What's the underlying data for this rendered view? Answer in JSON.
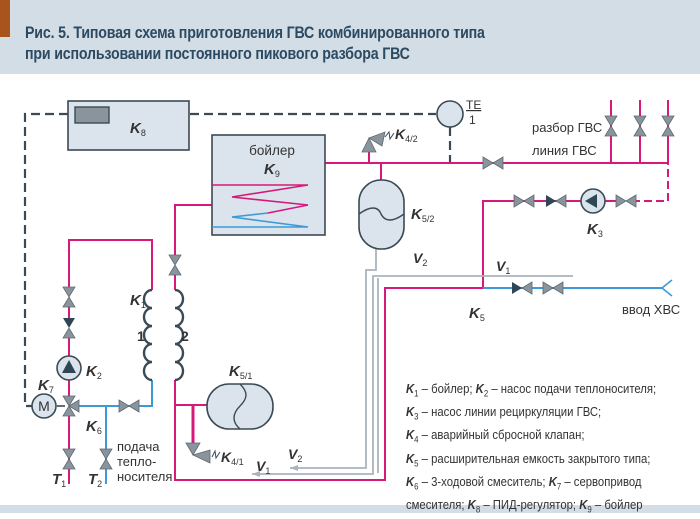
{
  "title": {
    "line1": "Рис. 5. Типовая схема приготовления ГВС комбинированного типа",
    "line2": "при использовании постоянного пикового разбора ГВС"
  },
  "colors": {
    "hot_water": "#d6197a",
    "heat_carrier_return": "#3d9ad6",
    "signal": "#3b4a55",
    "pipe_gray": "#a9b4bd",
    "equipment_fill": "#dbe4ec",
    "valve_fill": "#8a949c",
    "valve_dark": "#2f4656",
    "header_bg": "#d3dde5",
    "accent": "#a8541c"
  },
  "labels": {
    "k8": "K",
    "k8_sub": "8",
    "boiler_word": "бойлер",
    "k9": "K",
    "k9_sub": "9",
    "te_top": "TE",
    "te_bottom": "1",
    "k42": "K",
    "k42_sub": "4/2",
    "razbor": "разбор ГВС",
    "liniya": "линия ГВС",
    "k52": "K",
    "k52_sub": "5/2",
    "k3": "K",
    "k3_sub": "3",
    "v2_top": "V",
    "v2_top_sub": "2",
    "v1_top": "V",
    "v1_top_sub": "1",
    "k5": "K",
    "k5_sub": "5",
    "vvod": "ввод ХВС",
    "k1": "K",
    "k1_sub": "1",
    "side1": "1",
    "side2": "2",
    "k2": "K",
    "k2_sub": "2",
    "k7": "K",
    "k7_sub": "7",
    "motor": "M",
    "k6": "K",
    "k6_sub": "6",
    "t1": "T",
    "t1_sub": "1",
    "t2": "T",
    "t2_sub": "2",
    "podacha1": "подача",
    "podacha2": "тепло-",
    "podacha3": "носителя",
    "k51": "K",
    "k51_sub": "5/1",
    "k41": "K",
    "k41_sub": "4/1",
    "v2_bot": "V",
    "v2_bot_sub": "2",
    "v1_bot": "V",
    "v1_bot_sub": "1"
  },
  "legend": [
    {
      "parts": [
        {
          "k": "K",
          "sub": "1",
          "text": " – бойлер; "
        },
        {
          "k": "K",
          "sub": "2",
          "text": " – насос подачи теплоносителя;"
        }
      ]
    },
    {
      "parts": [
        {
          "k": "K",
          "sub": "3",
          "text": " – насос линии рециркуляции ГВС;"
        }
      ]
    },
    {
      "parts": [
        {
          "k": "K",
          "sub": "4",
          "text": " – аварийный сбросной клапан;"
        }
      ]
    },
    {
      "parts": [
        {
          "k": "K",
          "sub": "5",
          "text": " – расширительная емкость закрытого типа;"
        }
      ]
    },
    {
      "parts": [
        {
          "k": "K",
          "sub": "6",
          "text": " – 3-ходовой смеситель; "
        },
        {
          "k": "K",
          "sub": "7",
          "text": " – сервопривод"
        }
      ]
    },
    {
      "parts": [
        {
          "k": "",
          "sub": "",
          "text": "смесителя; "
        },
        {
          "k": "K",
          "sub": "8",
          "text": " – ПИД-регулятор; "
        },
        {
          "k": "K",
          "sub": "9",
          "text": " – бойлер"
        }
      ]
    }
  ]
}
